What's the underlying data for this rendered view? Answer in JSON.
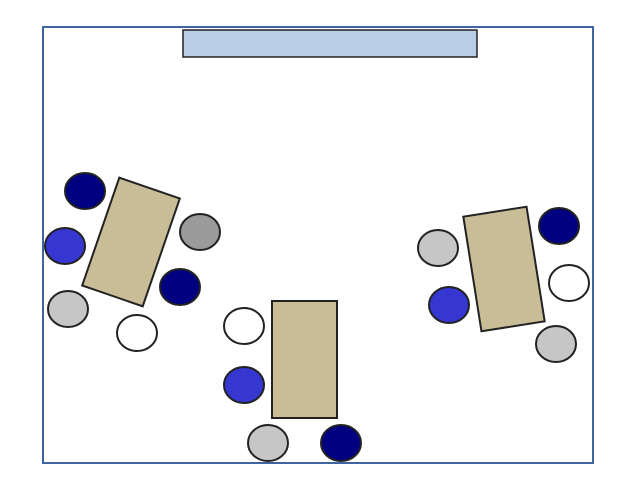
{
  "colors": {
    "frame": "#3f64a0",
    "board": "#b9cde5",
    "table": "#c9bd97",
    "navy": "#000080",
    "blue": "#3636d0",
    "gray": "#9a9a9a",
    "lightgray": "#c6c6c6",
    "white": "#ffffff"
  },
  "groups": [
    {
      "name": "left-group",
      "chairs": [
        "navy",
        "blue",
        "gray",
        "navy",
        "lightgray",
        "white"
      ]
    },
    {
      "name": "center-group",
      "chairs": [
        "white",
        "blue",
        "lightgray",
        "navy"
      ]
    },
    {
      "name": "right-group",
      "chairs": [
        "lightgray",
        "navy",
        "white",
        "blue",
        "lightgray"
      ]
    }
  ]
}
